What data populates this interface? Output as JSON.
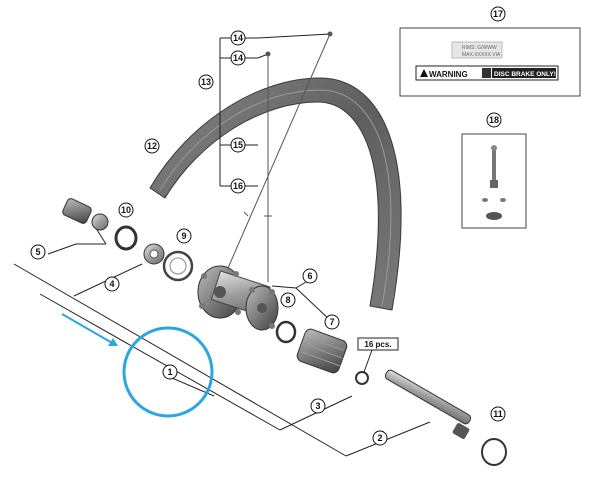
{
  "callouts": [
    "1",
    "2",
    "3",
    "4",
    "5",
    "6",
    "7",
    "8",
    "9",
    "10",
    "11",
    "12",
    "13",
    "14",
    "14",
    "15",
    "16",
    "17",
    "18"
  ],
  "quantity_label": "16 pcs.",
  "decal": {
    "warning_text": "WARNING",
    "disc_brake_text": "DISC BRAKE ONLY!",
    "small_line_1": "RIMS: G/WWW",
    "small_line_2": "MAX.XXXXX VIA"
  },
  "colors": {
    "highlight": "#2aa7dc",
    "rim": "#6b6b6b",
    "line": "#222222"
  },
  "icons": [
    "warning-triangle-icon",
    "book-info-icon",
    "arrow-icon"
  ]
}
